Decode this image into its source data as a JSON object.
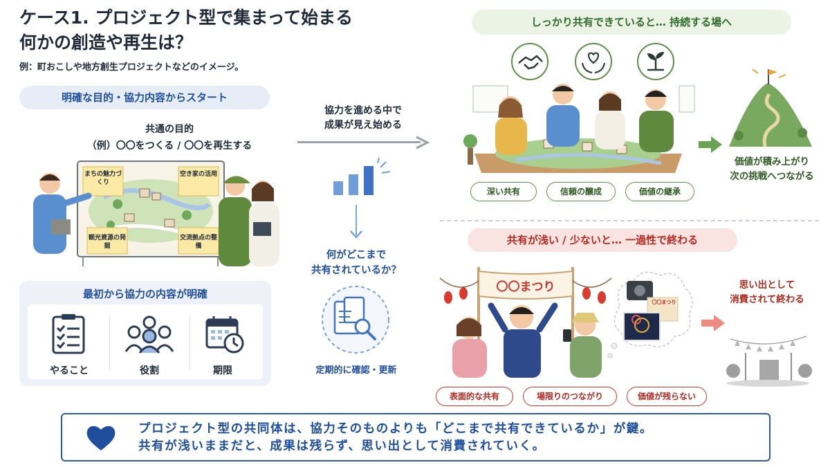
{
  "header": {
    "title_line1": "ケース1. プロジェクト型で集まって始まる",
    "title_line2": "何かの創造や再生は？",
    "subtitle": "例：町おこしや地方創生プロジェクトなどのイメージ。"
  },
  "left": {
    "start_pill": "明確な目的・協力内容からスタート",
    "purpose_title": "共通の目的",
    "purpose_example": "（例）〇〇をつくる / 〇〇を再生する",
    "board_notes": [
      "まちの魅力づくり",
      "空き家の活用",
      "観光資源の発掘",
      "交流拠点の整備"
    ],
    "clear_title": "最初から協力の内容が明確",
    "items": [
      {
        "label": "やること",
        "icon": "checklist-icon"
      },
      {
        "label": "役割",
        "icon": "people-icon"
      },
      {
        "label": "期限",
        "icon": "calendar-clock-icon"
      }
    ]
  },
  "middle": {
    "progress_text_line1": "協力を進める中で",
    "progress_text_line2": "成果が見え始める",
    "question_line1": "何がどこまで",
    "question_line2": "共有されているか？",
    "check_label": "定期的に確認・更新"
  },
  "top_right": {
    "pill": "しっかり共有できていると… 持続する場へ",
    "icons": [
      "handshake-icon",
      "heart-hands-icon",
      "sprout-icon"
    ],
    "tags": [
      "深い共有",
      "信頼の醸成",
      "価値の継承"
    ],
    "result_line1": "価値が積み上がり",
    "result_line2": "次の挑戦へつながる"
  },
  "bottom_right": {
    "pill": "共有が浅い / 少ないと… 一過性で終わる",
    "banner": "〇〇まつり",
    "photo_label": "〇〇まつり",
    "tags": [
      "表面的な共有",
      "場限りのつながり",
      "価値が残らない"
    ],
    "result_line1": "思い出として",
    "result_line2": "消費されて終わる"
  },
  "footer": {
    "line1": "プロジェクト型の共同体は、協力そのものよりも「どこまで共有できているか」が鍵。",
    "line2": "共有が浅いままだと、成果は残らず、思い出として消費されていく。"
  },
  "colors": {
    "blue": "#1e4e9c",
    "green": "#2f6b2a",
    "red": "#b8281f",
    "light_blue": "#e6edf7"
  }
}
